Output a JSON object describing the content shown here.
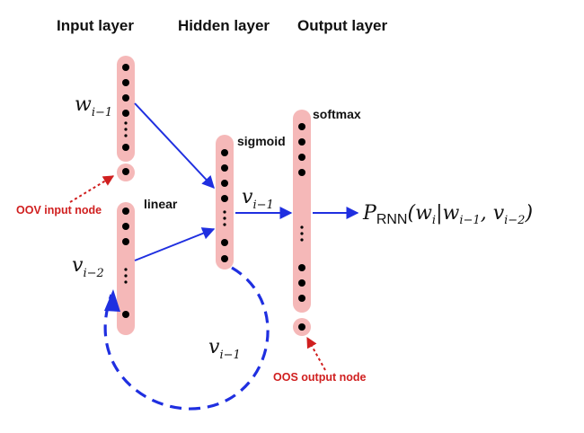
{
  "headers": {
    "input": "Input layer",
    "hidden": "Hidden layer",
    "output": "Output layer"
  },
  "labels": {
    "softmax": "softmax",
    "sigmoid": "sigmoid",
    "linear": "linear",
    "oov": "OOV input node",
    "oos": "OOS output node"
  },
  "math": {
    "w_var": "w",
    "w_sub": "i−1",
    "v2_var": "v",
    "v2_sub": "i−2",
    "v1_var": "v",
    "v1_sub": "i−1",
    "loop_var": "v",
    "loop_sub": "i−1",
    "p_var": "P",
    "p_sub": "RNN",
    "p_open": "(",
    "p_w": "w",
    "p_wsub": "i",
    "p_bar": "|",
    "p_w2": "w",
    "p_w2sub": "i−1",
    "p_comma": ", ",
    "p_v": "v",
    "p_vsub": "i−2",
    "p_close": ")"
  },
  "colors": {
    "node_bar": "#f5b8b8",
    "arrow": "#1f2fe0",
    "annotation": "#d01f1f",
    "dot": "#000000"
  }
}
